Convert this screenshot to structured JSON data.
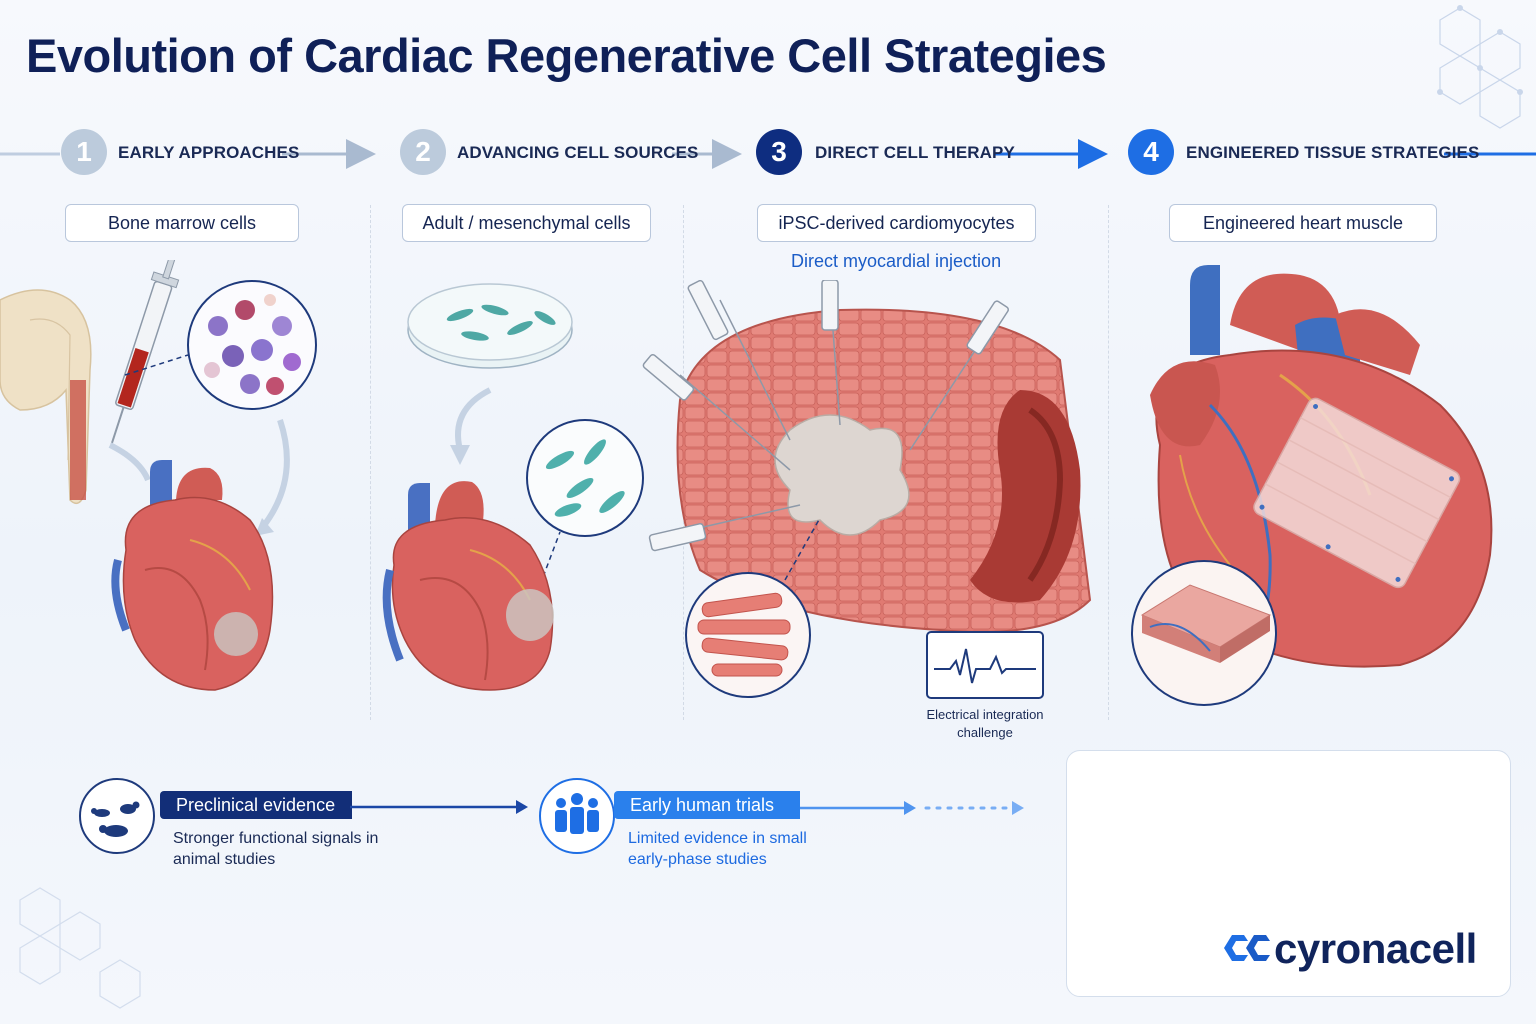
{
  "title": "Evolution of Cardiac Regenerative Cell Strategies",
  "steps": [
    {
      "number": "1",
      "label": "EARLY APPROACHES",
      "cell_source": "Bone marrow cells"
    },
    {
      "number": "2",
      "label": "ADVANCING CELL SOURCES",
      "cell_source": "Adult / mesenchymal cells"
    },
    {
      "number": "3",
      "label": "DIRECT CELL THERAPY",
      "cell_source": "iPSC-derived cardiomyocytes",
      "subtitle": "Direct myocardial injection",
      "note": "Electrical integration challenge"
    },
    {
      "number": "4",
      "label": "ENGINEERED TISSUE STRATEGIES",
      "cell_source": "Engineered heart muscle"
    }
  ],
  "evidence": [
    {
      "label": "Preclinical evidence",
      "description": "Stronger functional signals in animal studies",
      "icon": "animals-icon"
    },
    {
      "label": "Early human trials",
      "description": "Limited evidence in small early-phase studies",
      "icon": "people-icon"
    }
  ],
  "brand": {
    "name": "cyronacell"
  },
  "colors": {
    "navy": "#0e2d80",
    "blue": "#1e6ee4",
    "grey": "#bccbdc",
    "muscle": "#d9625f",
    "vessel": "#3f6fc0"
  }
}
